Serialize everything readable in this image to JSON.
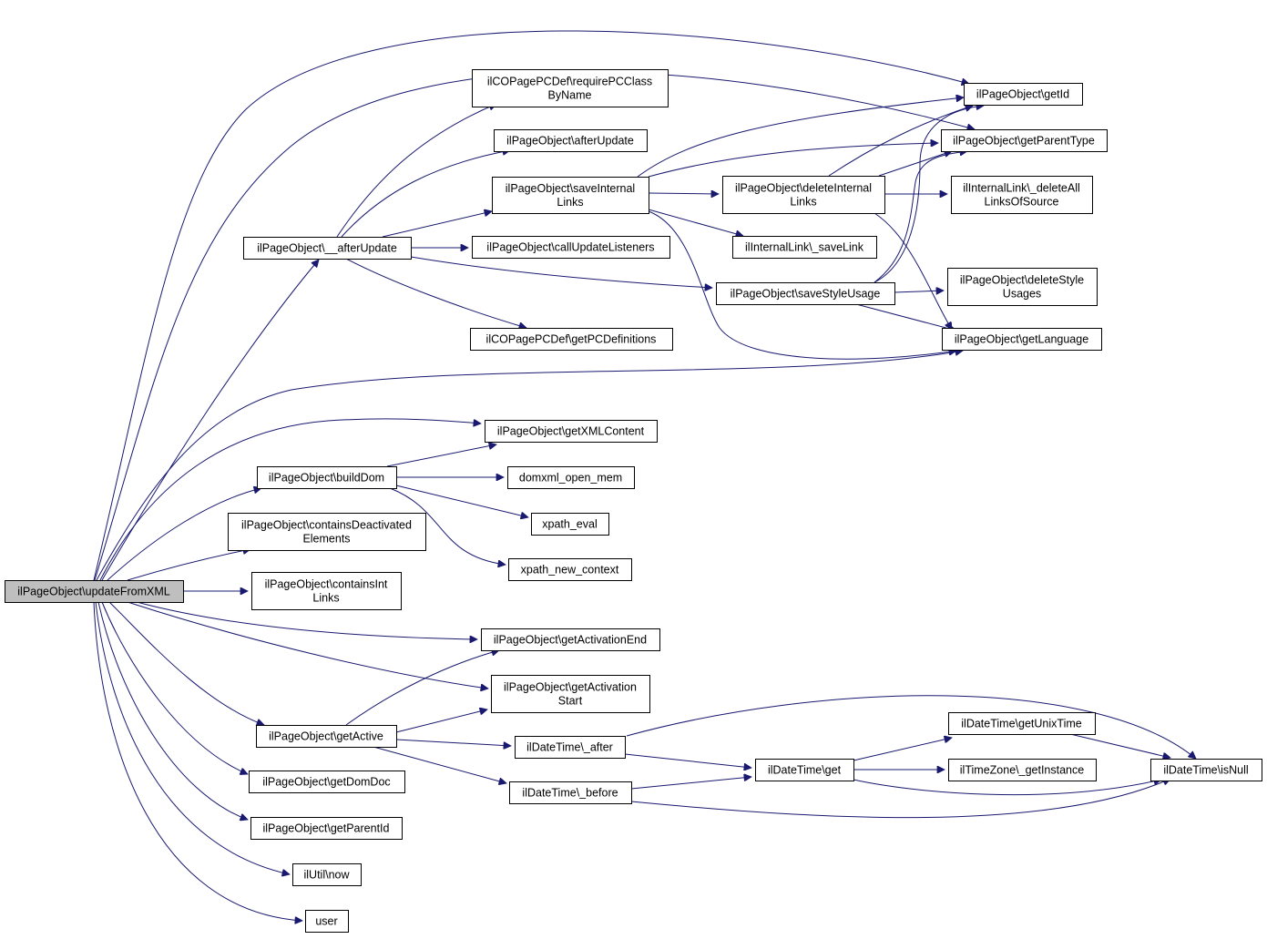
{
  "colors": {
    "edge": "#191970",
    "root_fill": "#bfbfbf",
    "node_fill": "#ffffff",
    "border": "#000000"
  },
  "nodes": {
    "update_from_xml": [
      "ilPageObject\\updateFromXML"
    ],
    "after_update_internal": [
      "ilPageObject\\__afterUpdate"
    ],
    "require_pc_class": [
      "ilCOPagePCDef\\requirePCClass",
      "ByName"
    ],
    "after_update": [
      "ilPageObject\\afterUpdate"
    ],
    "save_internal_links": [
      "ilPageObject\\saveInternal",
      "Links"
    ],
    "call_update_listeners": [
      "ilPageObject\\callUpdateListeners"
    ],
    "get_pc_definitions": [
      "ilCOPagePCDef\\getPCDefinitions"
    ],
    "delete_internal_links": [
      "ilPageObject\\deleteInternal",
      "Links"
    ],
    "save_link": [
      "ilInternalLink\\_saveLink"
    ],
    "save_style_usage": [
      "ilPageObject\\saveStyleUsage"
    ],
    "get_id": [
      "ilPageObject\\getId"
    ],
    "get_parent_type": [
      "ilPageObject\\getParentType"
    ],
    "delete_all_links_of_source": [
      "ilInternalLink\\_deleteAll",
      "LinksOfSource"
    ],
    "delete_style_usages": [
      "ilPageObject\\deleteStyle",
      "Usages"
    ],
    "get_language": [
      "ilPageObject\\getLanguage"
    ],
    "get_xml_content": [
      "ilPageObject\\getXMLContent"
    ],
    "build_dom": [
      "ilPageObject\\buildDom"
    ],
    "domxml_open_mem": [
      "domxml_open_mem"
    ],
    "xpath_eval": [
      "xpath_eval"
    ],
    "xpath_new_context": [
      "xpath_new_context"
    ],
    "contains_deactivated": [
      "ilPageObject\\containsDeactivated",
      "Elements"
    ],
    "contains_int_links": [
      "ilPageObject\\containsInt",
      "Links"
    ],
    "get_activation_end": [
      "ilPageObject\\getActivationEnd"
    ],
    "get_activation_start": [
      "ilPageObject\\getActivation",
      "Start"
    ],
    "get_active": [
      "ilPageObject\\getActive"
    ],
    "get_dom_doc": [
      "ilPageObject\\getDomDoc"
    ],
    "get_parent_id": [
      "ilPageObject\\getParentId"
    ],
    "util_now": [
      "ilUtil\\now"
    ],
    "user": [
      "user"
    ],
    "datetime_after": [
      "ilDateTime\\_after"
    ],
    "datetime_before": [
      "ilDateTime\\_before"
    ],
    "datetime_get": [
      "ilDateTime\\get"
    ],
    "get_unix_time": [
      "ilDateTime\\getUnixTime"
    ],
    "timezone_get_instance": [
      "ilTimeZone\\_getInstance"
    ],
    "datetime_is_null": [
      "ilDateTime\\isNull"
    ]
  },
  "edges": [
    [
      "update_from_xml",
      "get_id"
    ],
    [
      "update_from_xml",
      "get_parent_type"
    ],
    [
      "update_from_xml",
      "after_update_internal"
    ],
    [
      "update_from_xml",
      "get_language"
    ],
    [
      "update_from_xml",
      "get_xml_content"
    ],
    [
      "update_from_xml",
      "build_dom"
    ],
    [
      "update_from_xml",
      "contains_deactivated"
    ],
    [
      "update_from_xml",
      "contains_int_links"
    ],
    [
      "update_from_xml",
      "get_activation_end"
    ],
    [
      "update_from_xml",
      "get_activation_start"
    ],
    [
      "update_from_xml",
      "get_active"
    ],
    [
      "update_from_xml",
      "get_dom_doc"
    ],
    [
      "update_from_xml",
      "get_parent_id"
    ],
    [
      "update_from_xml",
      "util_now"
    ],
    [
      "update_from_xml",
      "user"
    ],
    [
      "after_update_internal",
      "require_pc_class"
    ],
    [
      "after_update_internal",
      "after_update"
    ],
    [
      "after_update_internal",
      "save_internal_links"
    ],
    [
      "after_update_internal",
      "call_update_listeners"
    ],
    [
      "after_update_internal",
      "save_style_usage"
    ],
    [
      "after_update_internal",
      "get_pc_definitions"
    ],
    [
      "save_internal_links",
      "get_id"
    ],
    [
      "save_internal_links",
      "get_parent_type"
    ],
    [
      "save_internal_links",
      "delete_internal_links"
    ],
    [
      "save_internal_links",
      "save_link"
    ],
    [
      "save_internal_links",
      "get_language"
    ],
    [
      "delete_internal_links",
      "get_id"
    ],
    [
      "delete_internal_links",
      "get_parent_type"
    ],
    [
      "delete_internal_links",
      "delete_all_links_of_source"
    ],
    [
      "delete_internal_links",
      "get_language"
    ],
    [
      "save_style_usage",
      "get_id"
    ],
    [
      "save_style_usage",
      "get_parent_type"
    ],
    [
      "save_style_usage",
      "delete_style_usages"
    ],
    [
      "save_style_usage",
      "get_language"
    ],
    [
      "build_dom",
      "get_xml_content"
    ],
    [
      "build_dom",
      "domxml_open_mem"
    ],
    [
      "build_dom",
      "xpath_eval"
    ],
    [
      "build_dom",
      "xpath_new_context"
    ],
    [
      "get_active",
      "get_activation_end"
    ],
    [
      "get_active",
      "get_activation_start"
    ],
    [
      "get_active",
      "datetime_after"
    ],
    [
      "get_active",
      "datetime_before"
    ],
    [
      "datetime_after",
      "datetime_get"
    ],
    [
      "datetime_after",
      "datetime_is_null"
    ],
    [
      "datetime_before",
      "datetime_get"
    ],
    [
      "datetime_before",
      "datetime_is_null"
    ],
    [
      "datetime_get",
      "get_unix_time"
    ],
    [
      "datetime_get",
      "timezone_get_instance"
    ],
    [
      "datetime_get",
      "datetime_is_null"
    ],
    [
      "get_unix_time",
      "datetime_is_null"
    ]
  ]
}
